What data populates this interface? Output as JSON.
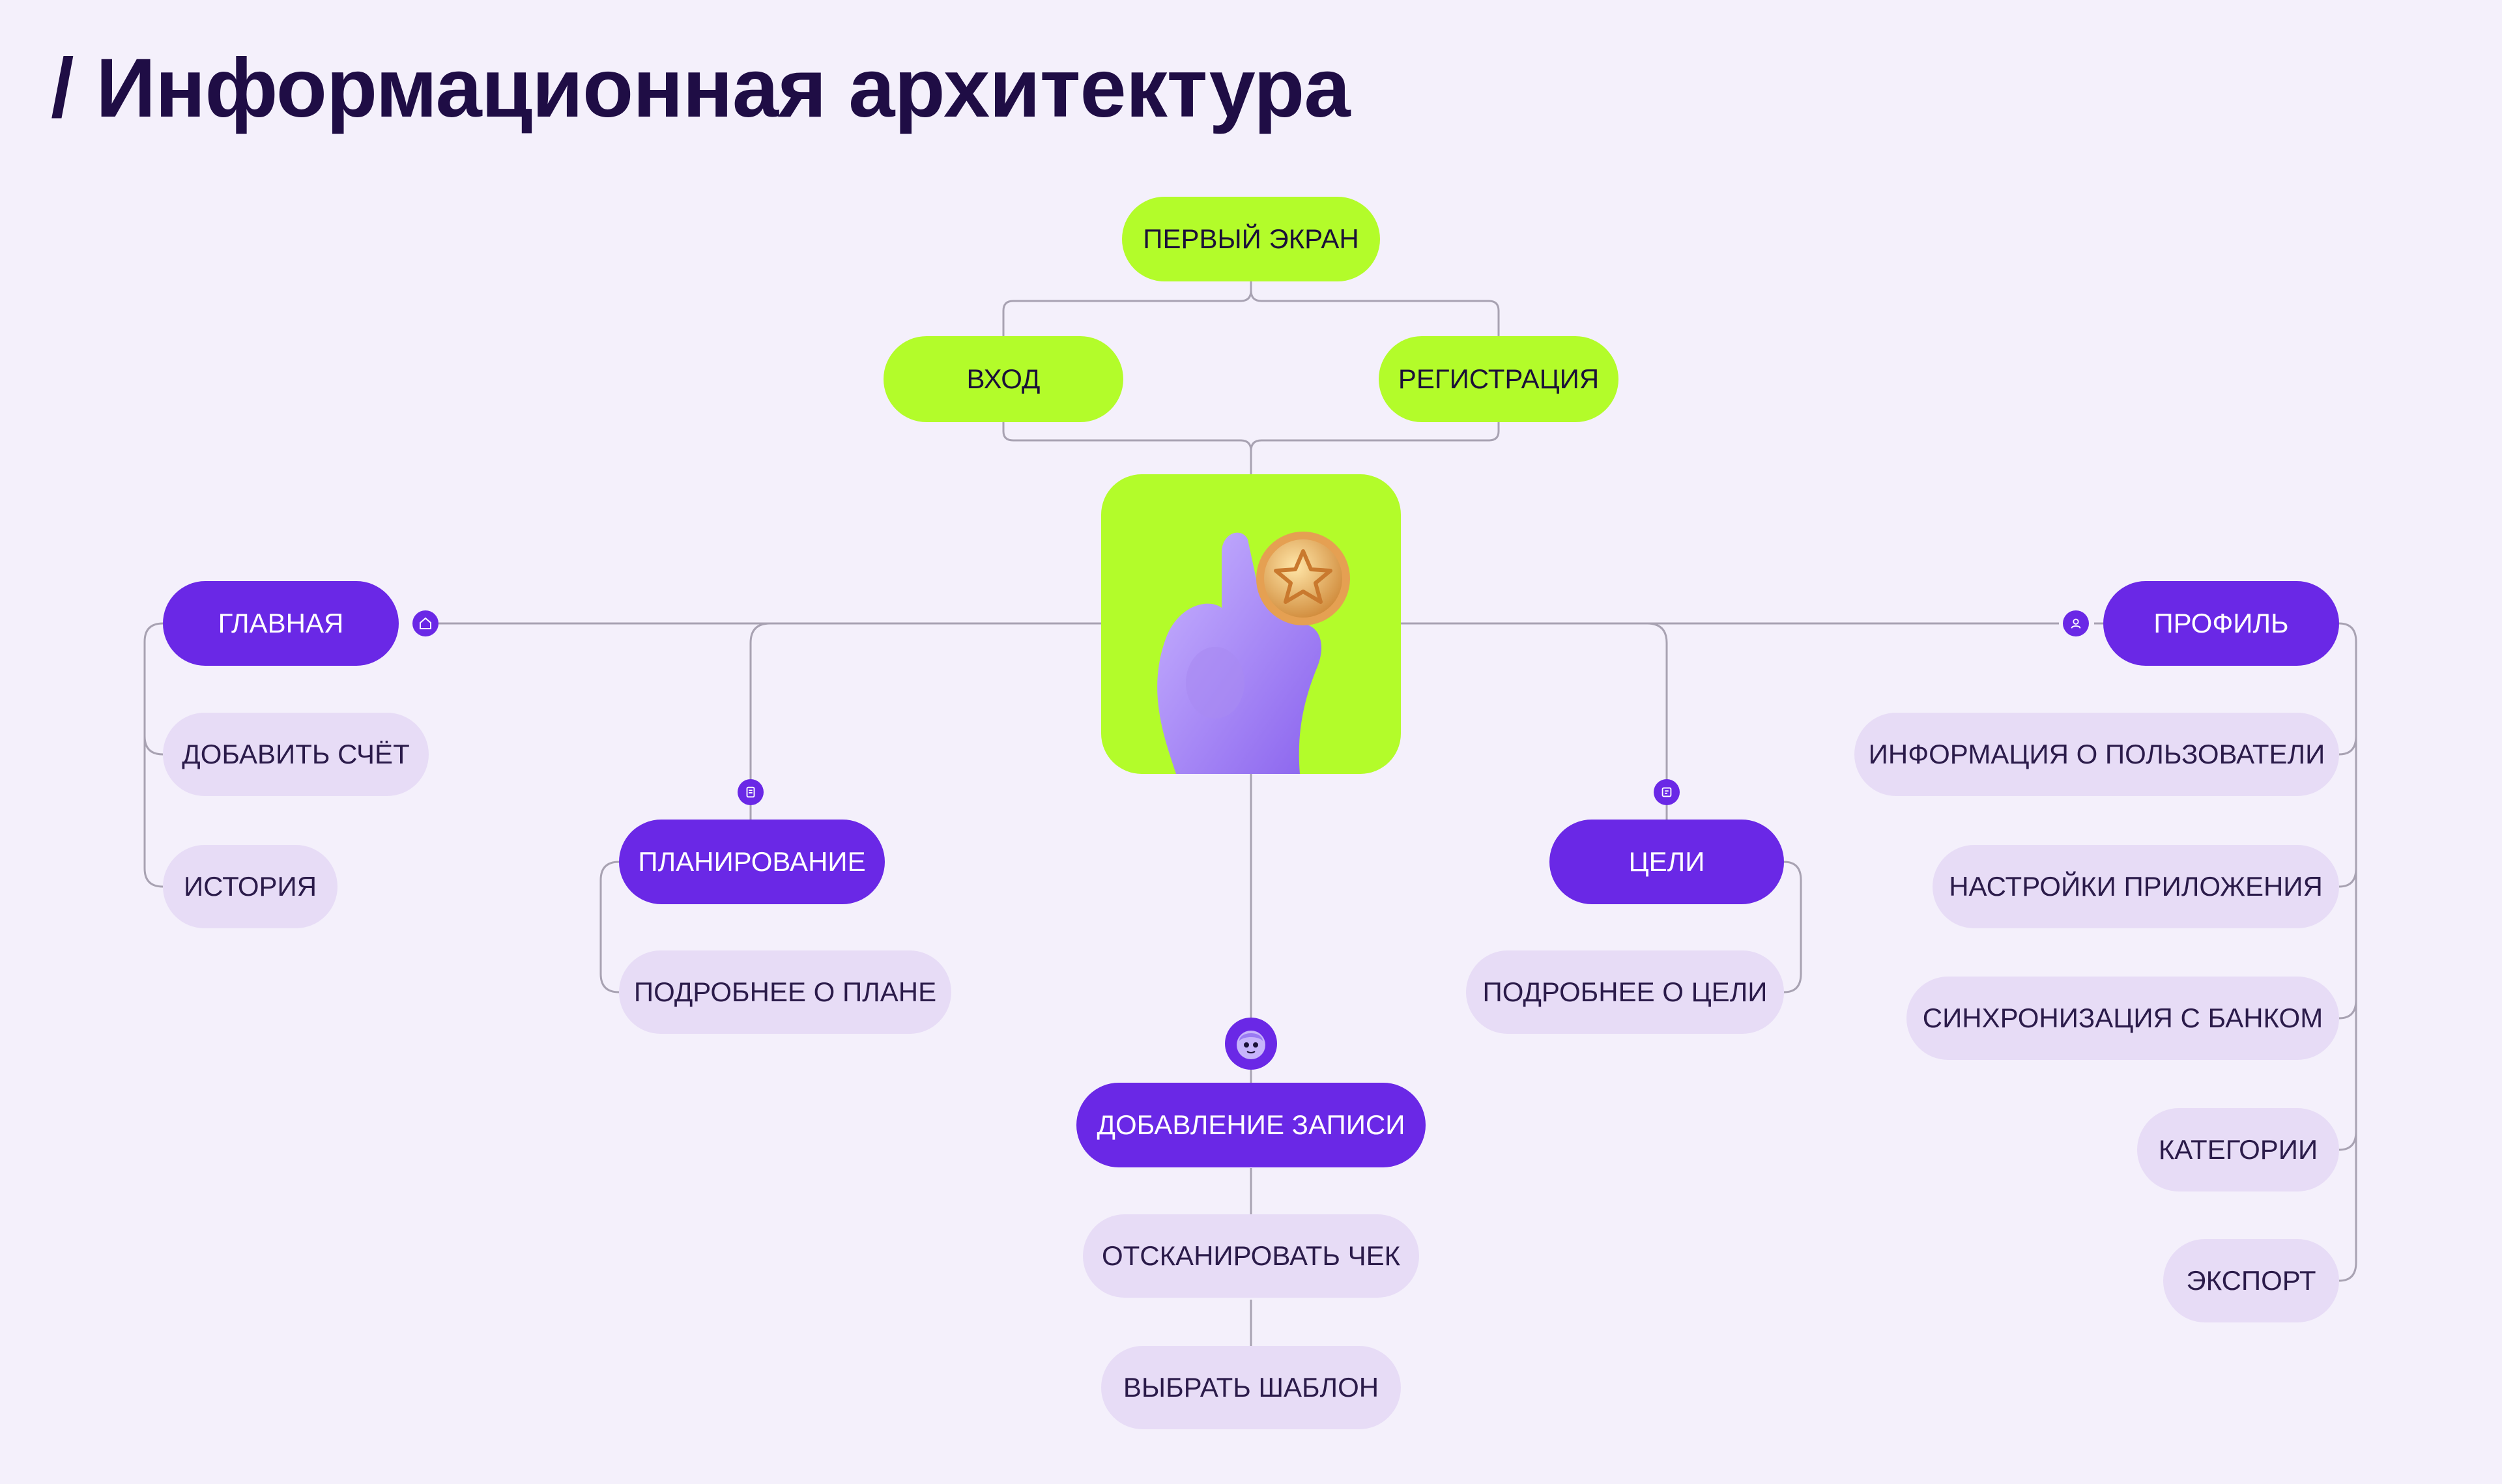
{
  "page": {
    "title": "/ Информационная архитектура"
  },
  "entry": {
    "first_screen": "ПЕРВЫЙ ЭКРАН",
    "login": "ВХОД",
    "registration": "РЕГИСТРАЦИЯ"
  },
  "hub": {
    "illustration": "hand-holding-star-coin"
  },
  "sections": {
    "home": {
      "label": "ГЛАВНАЯ",
      "icon": "home-icon",
      "children": [
        "ДОБАВИТЬ СЧЁТ",
        "ИСТОРИЯ"
      ]
    },
    "planning": {
      "label": "ПЛАНИРОВАНИЕ",
      "icon": "clipboard-icon",
      "children": [
        "ПОДРОБНЕЕ О ПЛАНЕ"
      ]
    },
    "add_record": {
      "label": "ДОБАВЛЕНИЕ ЗАПИСИ",
      "icon": "mascot-face-icon",
      "children": [
        "ОТСКАНИРОВАТЬ ЧЕК",
        "ВЫБРАТЬ ШАБЛОН"
      ]
    },
    "goals": {
      "label": "ЦЕЛИ",
      "icon": "document-icon",
      "children": [
        "ПОДРОБНЕЕ О ЦЕЛИ"
      ]
    },
    "profile": {
      "label": "ПРОФИЛЬ",
      "icon": "user-icon",
      "children": [
        "ИНФОРМАЦИЯ О ПОЛЬЗОВАТЕЛИ",
        "НАСТРОЙКИ ПРИЛОЖЕНИЯ",
        "СИНХРОНИЗАЦИЯ С БАНКОМ",
        "КАТЕГОРИИ",
        "ЭКСПОРТ"
      ]
    }
  },
  "colors": {
    "background": "#f4f0fb",
    "accent_green": "#b3fc2a",
    "accent_purple": "#6a28e6",
    "light_lilac": "#e7dcf6",
    "title_text": "#1f0d45",
    "connector": "#a8a2b2"
  }
}
